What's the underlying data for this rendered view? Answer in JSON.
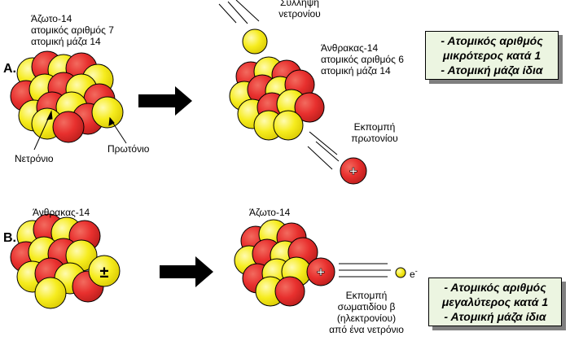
{
  "sectionA": {
    "letter": "A.",
    "start": {
      "title": "Άζωτο-14",
      "line2": "ατομικός αριθμός 7",
      "line3": "ατομική μάζα 14"
    },
    "capture": {
      "line1": "Σύλληψη",
      "line2": "νετρονίου"
    },
    "product": {
      "title": "Άνθρακας-14",
      "line2": "ατομικός αριθμός 6",
      "line3": "ατομική μάζα 14"
    },
    "emission": {
      "line1": "Εκπομπή",
      "line2": "πρωτονίου"
    },
    "neutron_label": "Νετρόνιο",
    "proton_label": "Πρωτόνιο",
    "proton_symbol": "+",
    "result": {
      "line1": "- Ατομικός αριθμός",
      "line2": "μικρότερος κατά 1",
      "line3": "- Ατομική μάζα ίδια"
    }
  },
  "sectionB": {
    "letter": "B.",
    "start_title": "Άνθρακας-14",
    "product_title": "Άζωτο-14",
    "neutron_symbol": "±",
    "proton_symbol": "+",
    "electron_label": "e",
    "electron_superscript": "-",
    "emission": {
      "line1": "Εκπομπή",
      "line2": "σωματιδίου β",
      "line3": "(ηλεκτρονίου)",
      "line4": "από ένα νετρόνιο"
    },
    "result": {
      "line1": "- Ατομικός αριθμός",
      "line2": "μεγαλύτερος κατά 1",
      "line3": "- Ατομική μάζα ίδια"
    }
  },
  "colors": {
    "proton": "#e8302e",
    "neutron": "#f6ec1e",
    "box": "#ecf5e1",
    "shadow": "#7f7f7f"
  },
  "icons": [
    "right-arrow-icon",
    "plus-sign-icon",
    "plus-minus-sign-icon",
    "electron-icon"
  ]
}
